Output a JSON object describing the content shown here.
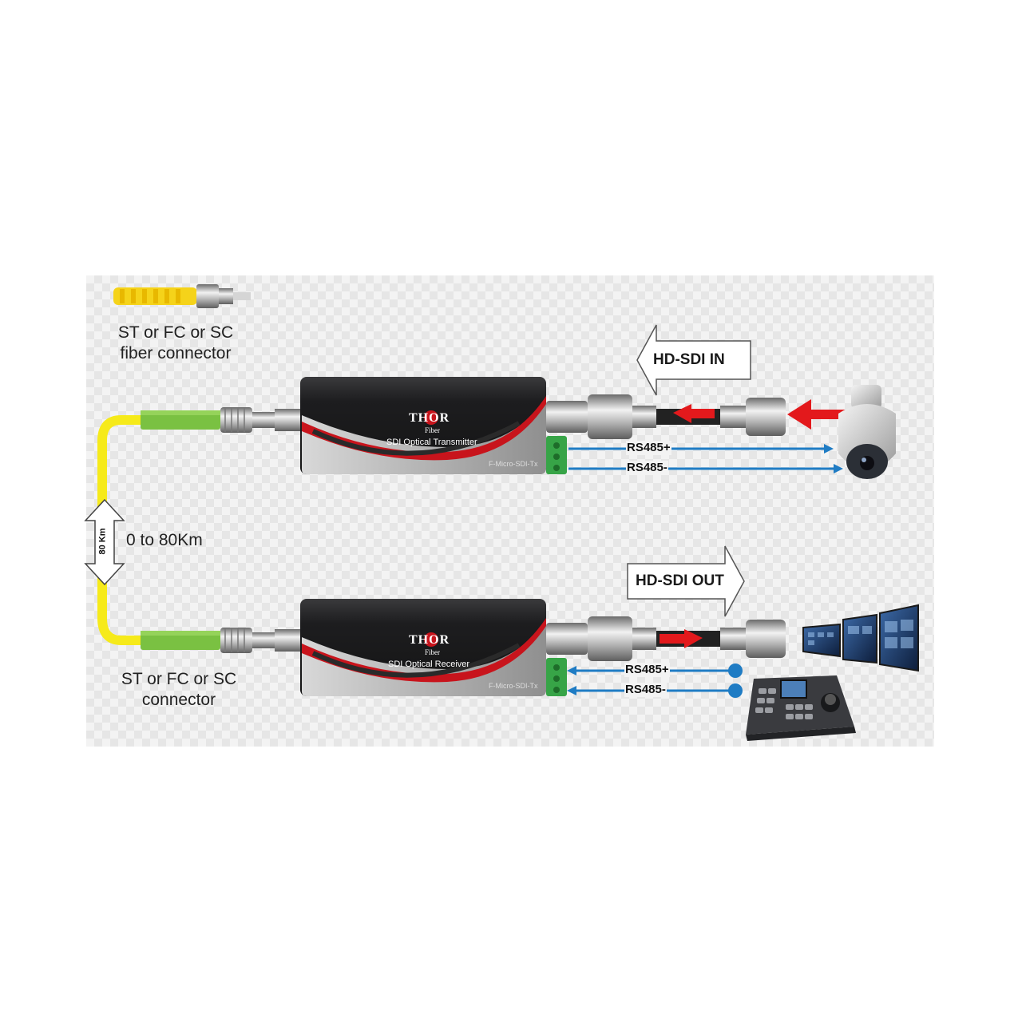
{
  "labels": {
    "top_connector": "ST or FC or SC\nfiber connector",
    "bottom_connector": "ST or FC or SC\nconnector",
    "distance": "0 to 80Km",
    "distance_arrow": "80 Km"
  },
  "transmitter": {
    "brand": "THOR",
    "brand_sub": "Fiber",
    "product": "SDI Optical Transmitter",
    "model": "F-Micro-SDI-Tx",
    "signal_box": "HD-SDI IN",
    "rs_plus": "RS485+",
    "rs_minus": "RS485-"
  },
  "receiver": {
    "brand": "THOR",
    "brand_sub": "Fiber",
    "product": "SDI Optical Receiver",
    "model": "F-Micro-SDI-Tx",
    "signal_box": "HD-SDI OUT",
    "rs_plus": "RS485+",
    "rs_minus": "RS485-"
  },
  "colors": {
    "fiber": "#f6ea1a",
    "boot": "#7ac142",
    "signal_arrow": "#e3191c",
    "rs485_line": "#1f7cc4",
    "device_body": "#1d1d1f",
    "swoosh": "#c8141c"
  }
}
